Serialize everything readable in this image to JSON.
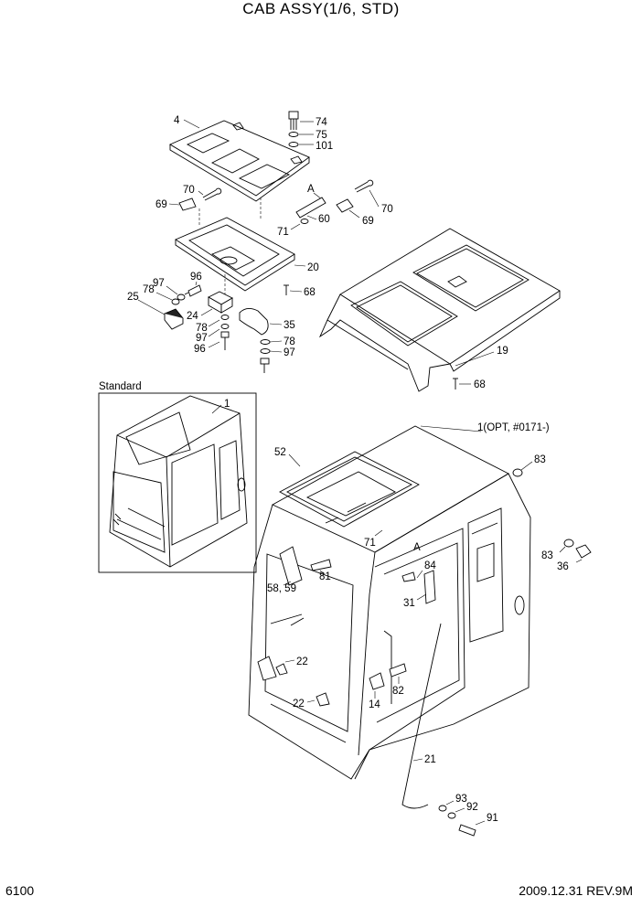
{
  "title": "CAB ASSY(1/6, STD)",
  "page_number": "6100",
  "revision": "2009.12.31  REV.9M",
  "standard_label": "Standard",
  "callouts": {
    "c4": "4",
    "c74": "74",
    "c75": "75",
    "c101": "101",
    "cA1": "A",
    "c70a": "70",
    "c69a": "69",
    "c70b": "70",
    "c69b": "69",
    "c60": "60",
    "c71a": "71",
    "c20": "20",
    "c68a": "68",
    "c97a": "97",
    "c96a": "96",
    "c78a": "78",
    "c25": "25",
    "c24": "24",
    "c78b": "78",
    "c97b": "97",
    "c96b": "96",
    "c35": "35",
    "c78c": "78",
    "c97c": "97",
    "c19": "19",
    "c68b": "68",
    "c1std": "1",
    "c1opt": "1(OPT, #0171-)",
    "c52": "52",
    "c83a": "83",
    "c83b": "83",
    "c36": "36",
    "c71b": "71",
    "cA2": "A",
    "c84": "84",
    "c81": "81",
    "c5859": "58, 59",
    "c31": "31",
    "c22a": "22",
    "c22b": "22",
    "c82": "82",
    "c14": "14",
    "c21": "21",
    "c93": "93",
    "c92": "92",
    "c91": "91"
  }
}
